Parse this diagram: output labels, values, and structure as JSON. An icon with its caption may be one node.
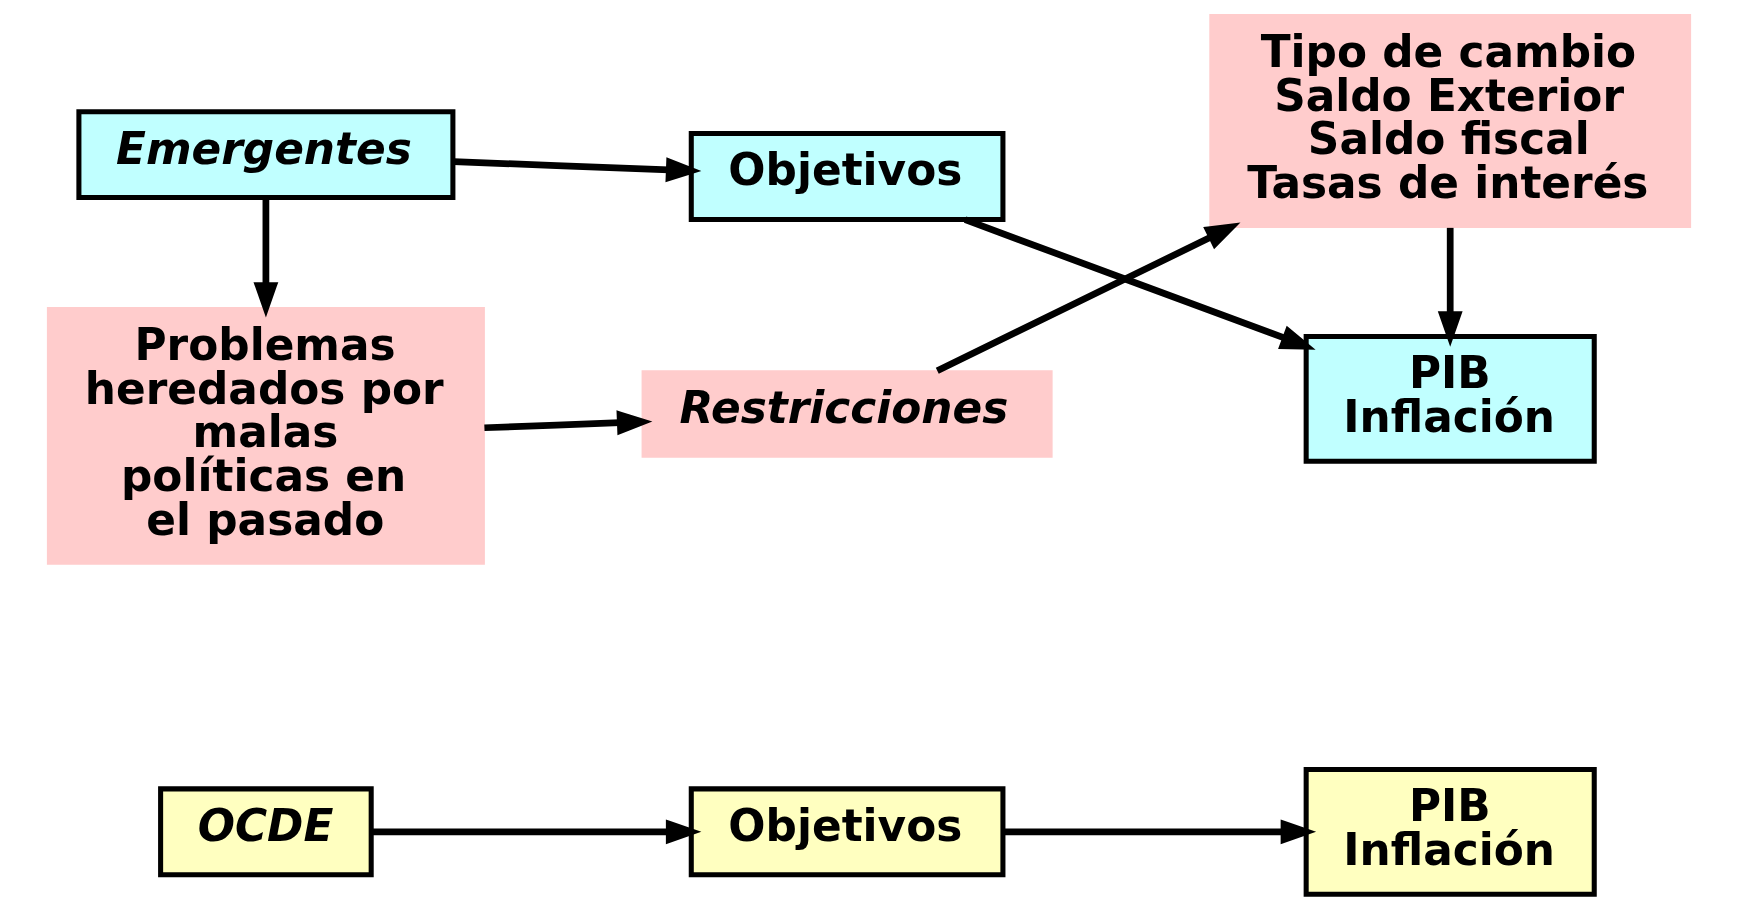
{
  "diagram": {
    "nodes": [
      {
        "text": [
          "OCDE"
        ]
      },
      {
        "text": [
          "Objetivos"
        ]
      },
      {
        "text": [
          "PIB",
          "Inflación"
        ]
      },
      {
        "text": [
          "Emergentes"
        ]
      },
      {
        "text": [
          "Objetivos"
        ]
      },
      {
        "text": [
          "PIB",
          "Inflación"
        ]
      },
      {
        "text": [
          "Problemas heredados por malas políticas en el pasado"
        ]
      },
      {
        "text": [
          "Restricciones"
        ]
      },
      {
        "text": [
          "Tipo de cambio",
          "Saldo Exterior",
          "Saldo fiscal",
          "Tasas de interés"
        ]
      }
    ],
    "edges": [
      {
        "from": 0,
        "to": 1,
        "arrow": "to"
      },
      {
        "from": 1,
        "to": 2,
        "arrow": "to"
      },
      {
        "from": 3,
        "to": 4,
        "arrow": "to"
      },
      {
        "from": 4,
        "to": 5,
        "arrow": "to"
      },
      {
        "from": 3,
        "to": 6,
        "arrow": "to"
      },
      {
        "from": 6,
        "to": 7,
        "arrow": "to"
      },
      {
        "from": 7,
        "to": 8,
        "arrow": "to"
      },
      {
        "from": 8,
        "to": 5,
        "arrow": "to"
      }
    ]
  }
}
